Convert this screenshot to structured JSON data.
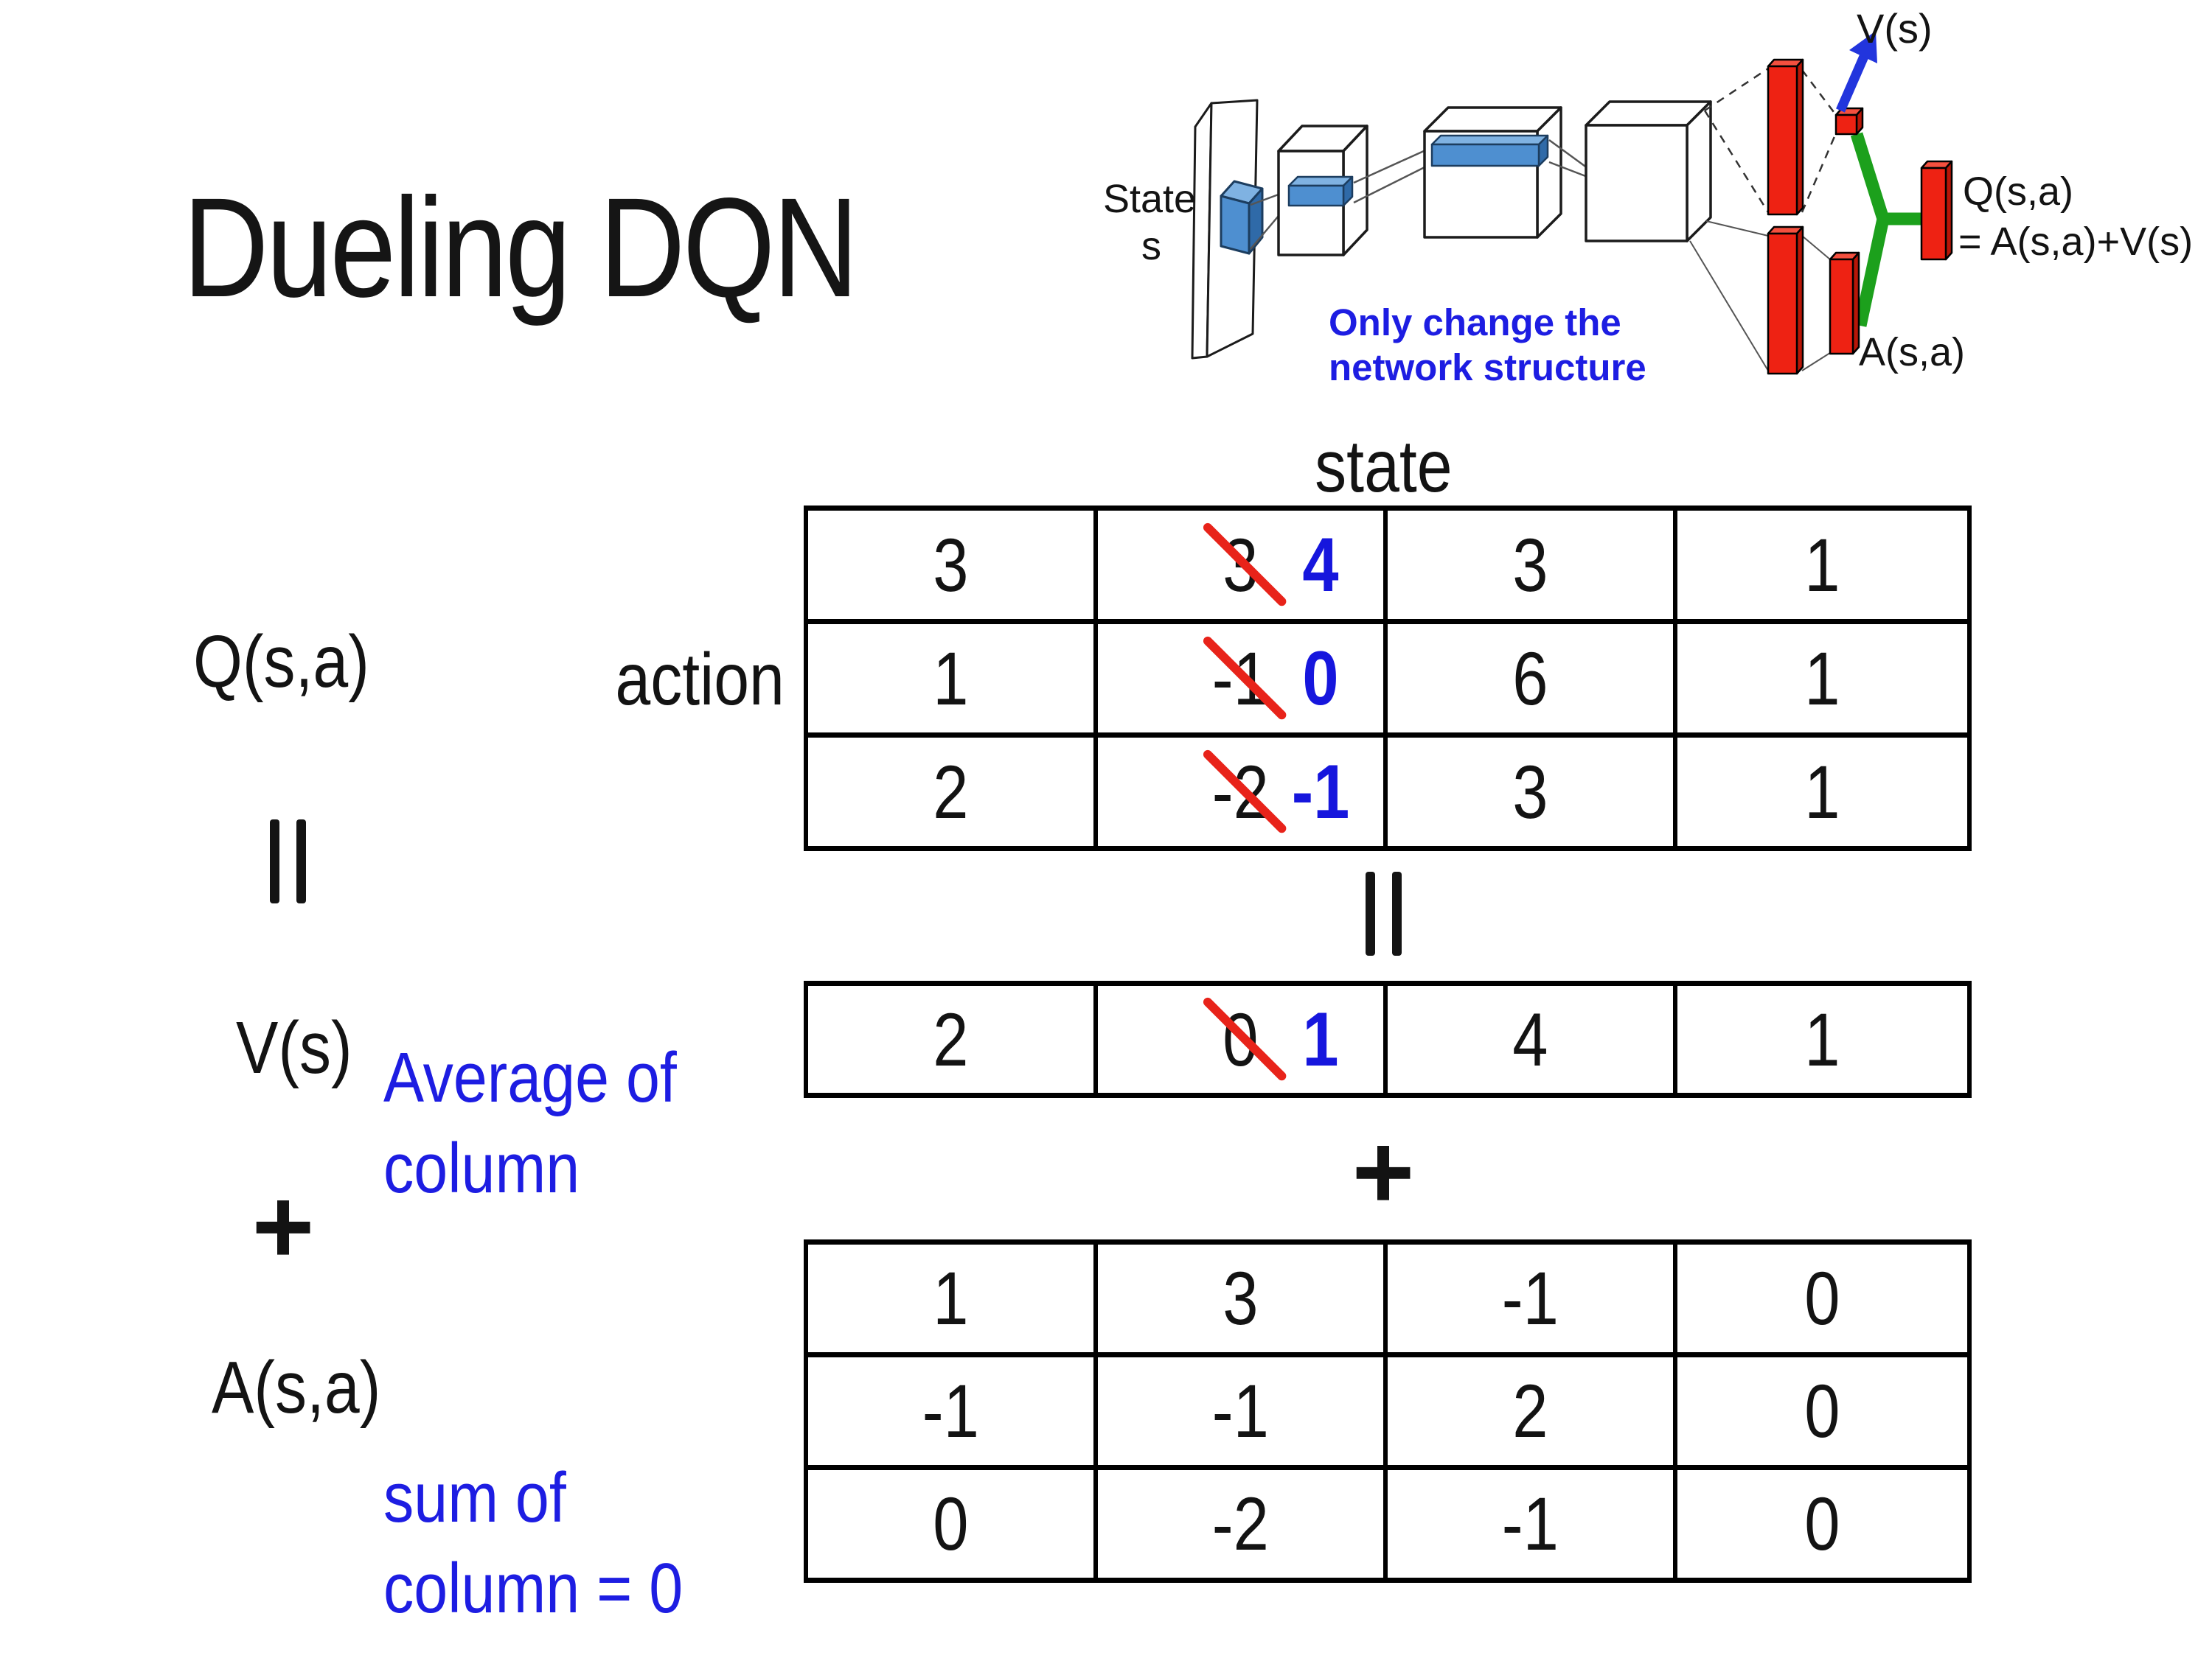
{
  "slide_title": "Dueling DQN",
  "network_diagram": {
    "input_label_line1": "State",
    "input_label_line2": "s",
    "value_output_label": "V(s)",
    "q_output_label_line1": "Q(s,a)",
    "q_output_label_line2": "= A(s,a)+V(s)",
    "advantage_output_label": "A(s,a)",
    "annotation_line1": "Only change the",
    "annotation_line2": "network structure",
    "colors": {
      "layer_red": "#EE2213",
      "merge_green": "#1CA01C",
      "arrow_blue": "#2235DD",
      "filter_blue": "#4E8FD0",
      "annotation_blue": "#1D1DE2"
    }
  },
  "equation": {
    "q_label": "Q(s,a)",
    "v_label": "V(s)",
    "a_label": "A(s,a)",
    "state_axis_label": "state",
    "action_axis_label": "action",
    "equals_symbol": "=",
    "plus_symbol": "+",
    "average_note_line1": "Average of",
    "average_note_line2": "column",
    "sum_note_line1": "sum of",
    "sum_note_line2": "column = 0",
    "correction_color": "#1616DD",
    "strike_color": "#E8231A",
    "q_table": [
      [
        {
          "t": "3"
        },
        {
          "t": "3",
          "new": "4"
        },
        {
          "t": "3"
        },
        {
          "t": "1"
        }
      ],
      [
        {
          "t": "1"
        },
        {
          "t": "-1",
          "new": "0"
        },
        {
          "t": "6"
        },
        {
          "t": "1"
        }
      ],
      [
        {
          "t": "2"
        },
        {
          "t": "-2",
          "new": "-1"
        },
        {
          "t": "3"
        },
        {
          "t": "1"
        }
      ]
    ],
    "v_table": [
      [
        {
          "t": "2"
        },
        {
          "t": "0",
          "new": "1"
        },
        {
          "t": "4"
        },
        {
          "t": "1"
        }
      ]
    ],
    "a_table": [
      [
        {
          "t": "1"
        },
        {
          "t": "3"
        },
        {
          "t": "-1"
        },
        {
          "t": "0"
        }
      ],
      [
        {
          "t": "-1"
        },
        {
          "t": "-1"
        },
        {
          "t": "2"
        },
        {
          "t": "0"
        }
      ],
      [
        {
          "t": "0"
        },
        {
          "t": "-2"
        },
        {
          "t": "-1"
        },
        {
          "t": "0"
        }
      ]
    ]
  }
}
